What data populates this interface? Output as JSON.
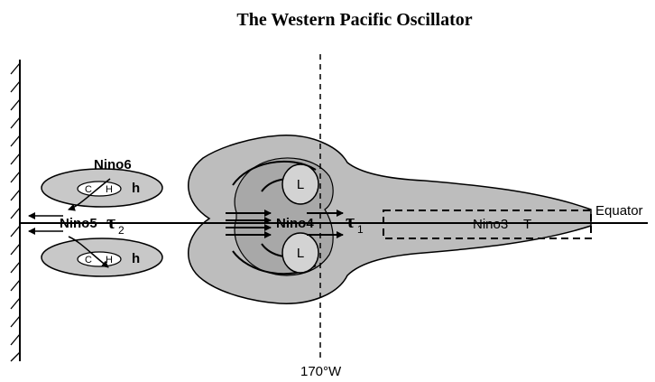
{
  "title": "The Western Pacific Oscillator",
  "labels": {
    "nino6": "Nino6",
    "nino5": "Nino5",
    "tau2_symbol": "τ",
    "tau2_sub": "2",
    "nino4": "Nino4",
    "tau1_symbol": "τ",
    "tau1_sub": "1",
    "nino3": "Nino3",
    "temperature": "T",
    "equator": "Equator",
    "longitude": "170°W",
    "h_upper": "h",
    "h_lower": "h",
    "c_upper": "C",
    "h_in_upper": "H",
    "c_lower": "C",
    "h_in_lower": "H",
    "low_upper": "L",
    "low_lower": "L"
  }
}
